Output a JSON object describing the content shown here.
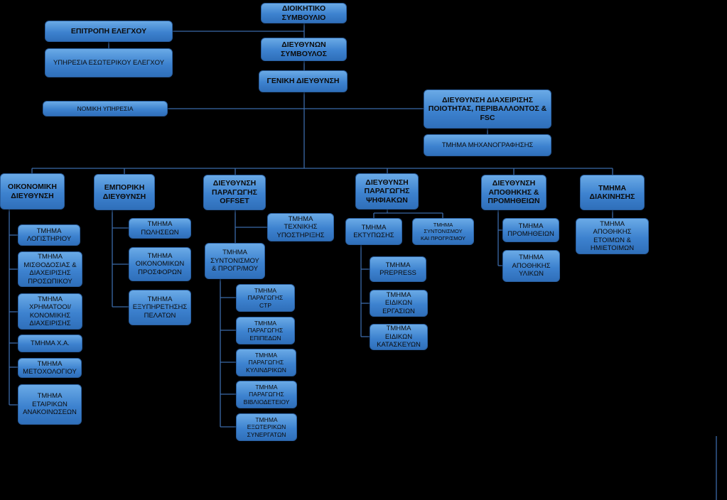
{
  "nodes": {
    "board": "ΔΙΟΙΚΗΤΙΚΟ\nΣΥΜΒΟΥΛΙΟ",
    "audit_committee": "ΕΠΙΤΡΟΠΗ ΕΛΕΓΧΟΥ",
    "internal_audit": "ΥΠΗΡΕΣΙΑ ΕΣΩΤΕΡΙΚΟΥ ΕΛΕΓΧΟΥ",
    "ceo": "ΔΙΕΥΘΥΝΩΝ\nΣΥΜΒΟΥΛΟΣ",
    "general_mgmt": "ΓΕΝΙΚΗ ΔΙΕΥΘΥΝΣΗ",
    "legal": "ΝΟΜΙΚΗ ΥΠΗΡΕΣΙΑ",
    "quality": "ΔΙΕΥΘΥΝΣΗ ΔΙΑΧΕΙΡΙΣΗΣ\nΠΟΙΟΤΗΤΑΣ, ΠΕΡΙΒΑΛΛΟΝΤΟΣ &\nFSC",
    "it": "ΤΜΗΜΑ ΜΗΧΑΝΟΓΡΑΦΗΣΗΣ",
    "finance": "ΟΙΚΟΝΟΜΙΚΗ\nΔΙΕΥΘΥΝΣΗ",
    "fin_accounting": "ΤΜΗΜΑ\nΛΟΓΙΣΤΗΡΙΟΥ",
    "fin_payroll": "ΤΜΗΜΑ\nΜΙΣΘΟΔΟΣΙΑΣ &\nΔΙΑΧΕΙΡΙΣΗΣ\nΠΡΟΣΩΠΙΚΟΥ",
    "fin_treasury": "ΤΜΗΜΑ\nΧΡΗΜΑΤΟΟΙ/\nΚΟΝΟΜΙΚΗΣ\nΔΙΑΧΕΙΡΙΣΗΣ",
    "fin_xa": "ΤΜΗΜΑ Χ.Α.",
    "fin_shareholders": "ΤΜΗΜΑ\nΜΕΤΟΧΟΛΟΓΙΟΥ",
    "fin_announcements": "ΤΜΗΜΑ\nΕΤΑΙΡΙΚΩΝ\nΑΝΑΚΟΙΝΩΣΕΩΝ",
    "commercial": "ΕΜΠΟΡΙΚΗ\nΔΙΕΥΘΥΝΣΗ",
    "com_sales": "ΤΜΗΜΑ\nΠΩΛΗΣΕΩΝ",
    "com_offers": "ΤΜΗΜΑ\nΟΙΚΟΝΟΜΙΚΩΝ\nΠΡΟΣΦΟΡΩΝ",
    "com_service": "ΤΜΗΜΑ\nΕΞΥΠΗΡΕΤΗΣΗΣ\nΠΕΛΑΤΩΝ",
    "offset": "ΔΙΕΥΘΥΝΣΗ\nΠΑΡΑΓΩΓΗΣ\nOFFSET",
    "off_tech": "ΤΜΗΜΑ\nΤΕΧΝΙΚΗΣ\nΥΠΟΣΤΗΡΙΞΗΣ",
    "off_coord": "ΤΜΗΜΑ\nΣΥΝΤΟΝΙΣΜΟΥ\n& ΠΡΟΓΡ/ΜΟΥ",
    "off_ctp": "ΤΜΗΜΑ\nΠΑΡΑΓΩΓΗΣ\nCTP",
    "off_flat": "ΤΜΗΜΑ\nΠΑΡΑΓΩΓΗΣ\nΕΠΙΠΕΔΩΝ",
    "off_cyl": "ΤΜΗΜΑ\nΠΑΡΑΓΩΓΗΣ\nΚΥΛΙΝΔΡΙΚΩΝ",
    "off_bind": "ΤΜΗΜΑ\nΠΑΡΑΓΩΓΗΣ\nΒΙΒΛΙΟΔΕΤΕΙΟΥ",
    "off_ext": "ΤΜΗΜΑ\nΕΞΩΤΕΡΙΚΩΝ\nΣΥΝΕΡΓΑΤΩΝ",
    "digital": "ΔΙΕΥΘΥΝΣΗ\nΠΑΡΑΓΩΓΗΣ\nΨΗΦΙΑΚΩΝ",
    "dig_print": "ΤΜΗΜΑ\nΕΚΤΥΠΩΣΗΣ",
    "dig_coord": "ΤΜΗΜΑ\nΣΥΝΤΟΝΙΣΜΟΥ\nΚΑΙ ΠΡΟΓΡ/ΣΜΟΥ",
    "dig_prepress": "ΤΜΗΜΑ\nPREPRESS",
    "dig_special_work": "ΤΜΗΜΑ\nΕΙΔΙΚΩΝ\nΕΡΓΑΣΙΩΝ",
    "dig_special_const": "ΤΜΗΜΑ\nΕΙΔΙΚΩΝ\nΚΑΤΑΣΚΕΥΩΝ",
    "warehouse": "ΔΙΕΥΘΥΝΣΗ\nΑΠΟΘΗΚΗΣ &\nΠΡΟΜΗΘΕΙΩΝ",
    "wh_procure": "ΤΜΗΜΑ\nΠΡΟΜΗΘΕΙΩΝ",
    "wh_materials": "ΤΜΗΜΑ\nΑΠΟΘΗΚΗΣ\nΥΛΙΚΩΝ",
    "distribution": "ΤΜΗΜΑ\nΔΙΑΚΙΝΗΣΗΣ",
    "dist_storage": "ΤΜΗΜΑ\nΑΠΟΘΗΚΗΣ\nΕΤΟΙΜΩΝ &\nΗΜΙΕΤΟΙΜΩΝ"
  },
  "colors": {
    "background": "#000000",
    "box_fill": "#4a8fd6",
    "box_border": "#2a5e9e",
    "connector": "#3b6aa8"
  }
}
